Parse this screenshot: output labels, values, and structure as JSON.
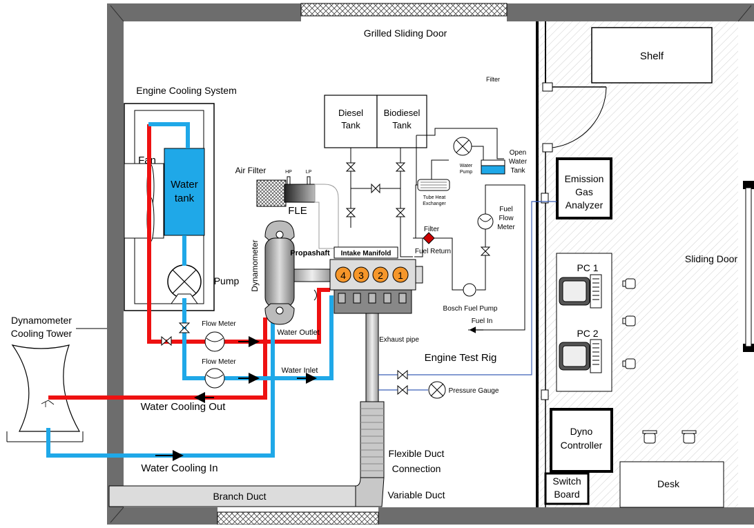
{
  "labels": {
    "grilled_sliding_door": "Grilled Sliding Door",
    "shelf": "Shelf",
    "filter_top": "Filter",
    "engine_cooling_system": "Engine Cooling System",
    "fan": "Fan",
    "water_tank_line1": "Water",
    "water_tank_line2": "tank",
    "pump": "Pump",
    "diesel_tank_line1": "Diesel",
    "diesel_tank_line2": "Tank",
    "biodiesel_tank_line1": "Biodiesel",
    "biodiesel_tank_line2": "Tank",
    "water_pump_line1": "Water",
    "water_pump_line2": "Pump",
    "open_water_tank_line1": "Open",
    "open_water_tank_line2": "Water",
    "open_water_tank_line3": "Tank",
    "tube_heat_exchanger_line1": "Tube Heat",
    "tube_heat_exchanger_line2": "Exchanger",
    "fuel_flow_meter_line1": "Fuel",
    "fuel_flow_meter_line2": "Flow",
    "fuel_flow_meter_line3": "Meter",
    "emission_line1": "Emission",
    "emission_line2": "Gas",
    "emission_line3": "Analyzer",
    "air_filter": "Air Filter",
    "hp": "HP",
    "lp": "LP",
    "fle": "FLE",
    "filter_fuel": "Filter",
    "fuel_return": "Fuel Return",
    "propashaft": "Propashaft",
    "intake_manifold": "Intake Manifold",
    "dynamometer": "Dynamometer",
    "cyl4": "4",
    "cyl3": "3",
    "cyl2": "2",
    "cyl1": "1",
    "pc1": "PC 1",
    "pc2": "PC 2",
    "sliding_door": "Sliding Door",
    "bosch_fuel_pump": "Bosch Fuel Pump",
    "fuel_in": "Fuel In",
    "dyno_tower_line1": "Dynamometer",
    "dyno_tower_line2": "Cooling Tower",
    "flow_meter_1": "Flow Meter",
    "flow_meter_2": "Flow Meter",
    "water_outlet": "Water Outlet",
    "exhaust_pipe": "Exhaust pipe",
    "engine_test_rig": "Engine Test Rig",
    "water_inlet": "Water Inlet",
    "pressure_gauge": "Pressure Gauge",
    "water_cooling_out": "Water Cooling Out",
    "water_cooling_in": "Water Cooling In",
    "flexible_duct_line1": "Flexible Duct",
    "flexible_duct_line2": "Connection",
    "dyno_controller_line1": "Dyno",
    "dyno_controller_line2": "Controller",
    "switch_board_line1": "Switch",
    "switch_board_line2": "Board",
    "desk": "Desk",
    "branch_duct": "Branch Duct",
    "variable_duct": "Variable Duct"
  },
  "colors": {
    "hot_water": "#ee1111",
    "cold_water": "#1fa8e8",
    "water_tank": "#1fa8e8",
    "cylinder": "#f5962a",
    "wall": "#6d6d6d",
    "signal_line": "#3b5fb8"
  },
  "icons": [
    "fan-icon",
    "pump-icon",
    "valve-icon",
    "flow-meter-icon",
    "pressure-gauge-icon",
    "water-pump-icon",
    "filter-icon",
    "monitor-icon",
    "chair-icon"
  ]
}
